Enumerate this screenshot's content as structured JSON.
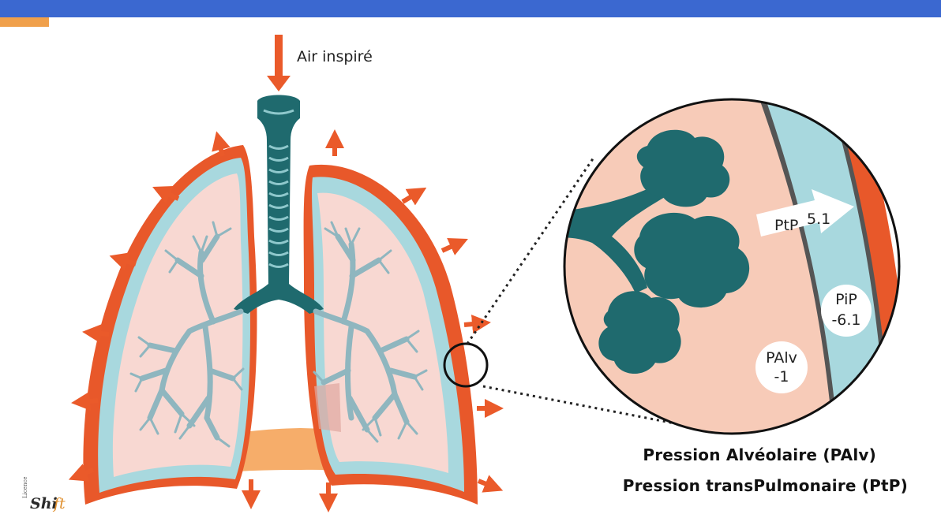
{
  "header": {
    "bar_color": "#3b68d0",
    "accent_color": "#f0a04b"
  },
  "diagram": {
    "air_label": "Air inspiré",
    "zoom": {
      "ptp_label": "PtP",
      "ptp_value": "5.1",
      "pip_label": "PiP",
      "pip_value": "-6.1",
      "palv_label": "PAlv",
      "palv_value": "-1"
    }
  },
  "legend": {
    "line1": "Pression Alvéolaire (PAlv)",
    "line2": "Pression transPulmonaire (PtP)"
  },
  "logo": {
    "prefix": "Licence",
    "part1": "Shi",
    "part2": "ft"
  },
  "colors": {
    "arrow": "#ea5a2a",
    "pleura_outer": "#e8582a",
    "pleura_inner": "#a8d8de",
    "lung_fill": "#f8d8d2",
    "airway": "#1f6a6e",
    "bronchi": "#8fb6bf",
    "diaphragm": "#f6ad6a",
    "alveolar_bg": "#f7cbb8"
  }
}
